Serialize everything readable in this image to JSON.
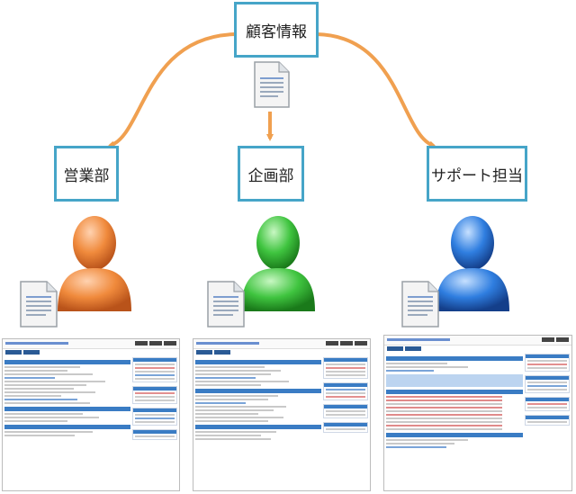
{
  "nodes": {
    "top": "顧客情報",
    "left": "営業部",
    "center": "企画部",
    "right": "サポート担当"
  },
  "colors": {
    "arrow": "#f0a050",
    "box_border": "#46a5c8",
    "person_left": "#f08a3c",
    "person_center": "#3fc43f",
    "person_right": "#2f7ee0"
  },
  "icons": [
    "document-icon",
    "person-icon",
    "screenshot-thumbnail"
  ]
}
